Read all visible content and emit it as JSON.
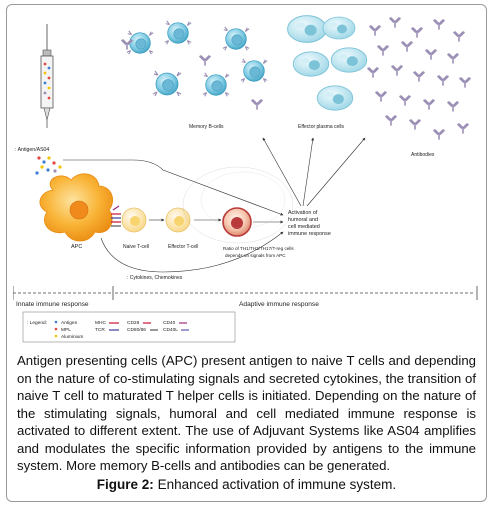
{
  "figure": {
    "labels": {
      "antigen_as04": ": Antigen/AS04",
      "apc": "APC",
      "naive_tcell": "Naive T-cell",
      "effector_tcell": "Effector T-cell",
      "ratio_line1": "Ratio of TH1/TH2/TH17/T-reg cells",
      "ratio_line2": "depends on signals from APC",
      "cytokines": ": Cytokines, Chemokines",
      "activation_line1": "Activation of",
      "activation_line2": "humoral and",
      "activation_line3": "cell mediated",
      "activation_line4": "immune response",
      "memory_bcells": "Memory B-cells",
      "effector_plasma": "Effector plasma cells",
      "antibodies": "Antibodies",
      "innate": "Innate immune response",
      "adaptive": "Adaptive immune response"
    },
    "legend": {
      "title": ": Legend:",
      "antigen": "Antigen",
      "mpl": "MPL",
      "aluminium": "Aluminium",
      "mhc": "MHC",
      "tcr": "TCR",
      "cd28": "CD28",
      "cd80_86": "CD80/86",
      "cd40": "CD40",
      "cd40l": "CD40L"
    },
    "colors": {
      "apc_orange": "#f7a21b",
      "cell_yellow": "#fbe7a8",
      "bcell_blue": "#6fc3df",
      "plasma_blue": "#bfe6ef",
      "antibody_purple": "#9c8fb5",
      "ratio_red": "#b83a3a"
    }
  },
  "caption": {
    "text": "Antigen presenting cells (APC) present antigen to naive T cells and depending on the nature of co-stimulating signals and secreted cytokines, the transition of naive T cell to maturated T helper cells is initiated. Depending on the nature of the stimulating signals, humoral and cell mediated immune response is activated to different extent. The use of Adjuvant Systems like AS04 amplifies and modulates the specific information provided by antigens to the immune system. More memory B-cells and antibodies can be generated.",
    "figure_label": "Figure 2:",
    "figure_title": " Enhanced activation of immune system."
  }
}
